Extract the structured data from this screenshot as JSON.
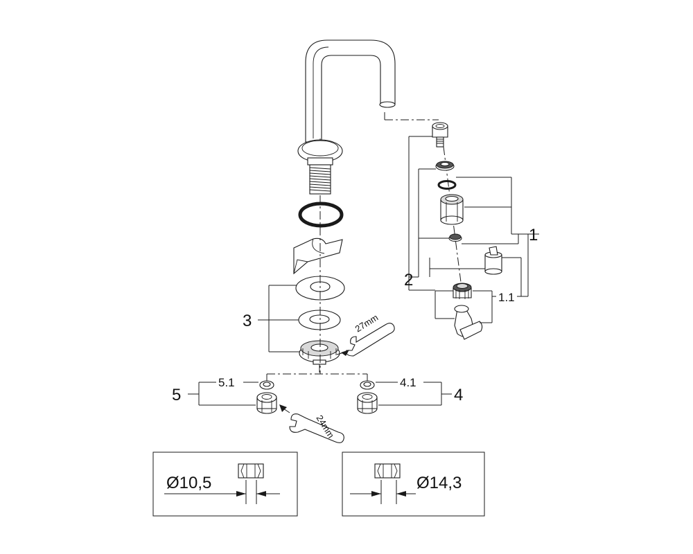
{
  "labels": {
    "item_1": "1",
    "item_1_1": "1.1",
    "item_2": "2",
    "item_3": "3",
    "item_4": "4",
    "item_4_1": "4.1",
    "item_5": "5",
    "item_5_1": "5.1",
    "wrench_27": "27mm",
    "wrench_24": "24mm"
  },
  "dimensions": {
    "left_diameter": "Ø10,5",
    "right_diameter": "Ø14,3"
  },
  "colors": {
    "line": "#1a1a1a",
    "background": "#ffffff",
    "shade": "#d9d9d9"
  }
}
